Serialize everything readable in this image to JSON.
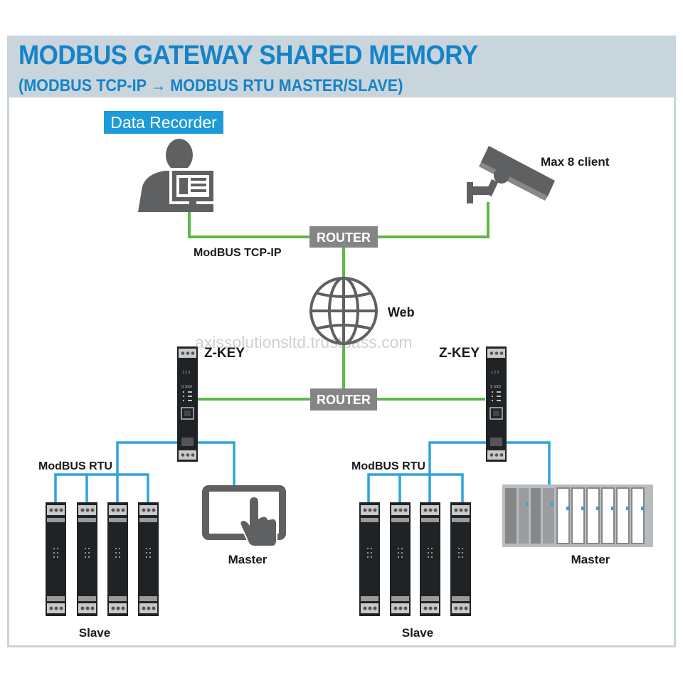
{
  "header": {
    "title": "MODBUS GATEWAY SHARED MEMORY",
    "subtitle": "(MODBUS TCP-IP → MODBUS RTU MASTER/SLAVE)"
  },
  "labels": {
    "data_recorder": "Data Recorder",
    "max_client": "Max 8 client",
    "router_top": "ROUTER",
    "router_bottom": "ROUTER",
    "modbus_tcp": "ModBUS TCP-IP",
    "web": "Web",
    "zkey_left": "Z-KEY",
    "zkey_right": "Z-KEY",
    "modbus_rtu_left": "ModBUS RTU",
    "modbus_rtu_right": "ModBUS RTU",
    "master_left": "Master",
    "master_right": "Master",
    "slave_left": "Slave",
    "slave_right": "Slave"
  },
  "watermark": "axissolutionsltd.trustpass.com",
  "colors": {
    "title": "#1583c9",
    "header_bg": "#c9d5dc",
    "ethernet_line": "#5cb947",
    "rtu_line": "#2ea3dc",
    "router_bg": "#858585",
    "device_dark": "#1f2326",
    "icon_gray": "#5f6062",
    "data_recorder_bg": "#1d9ad8"
  },
  "icons": {
    "recorder": "person-computer-icon",
    "camera": "security-camera-icon",
    "web": "globe-icon",
    "touch_panel": "touch-panel-icon",
    "plc": "plc-rack-icon"
  }
}
